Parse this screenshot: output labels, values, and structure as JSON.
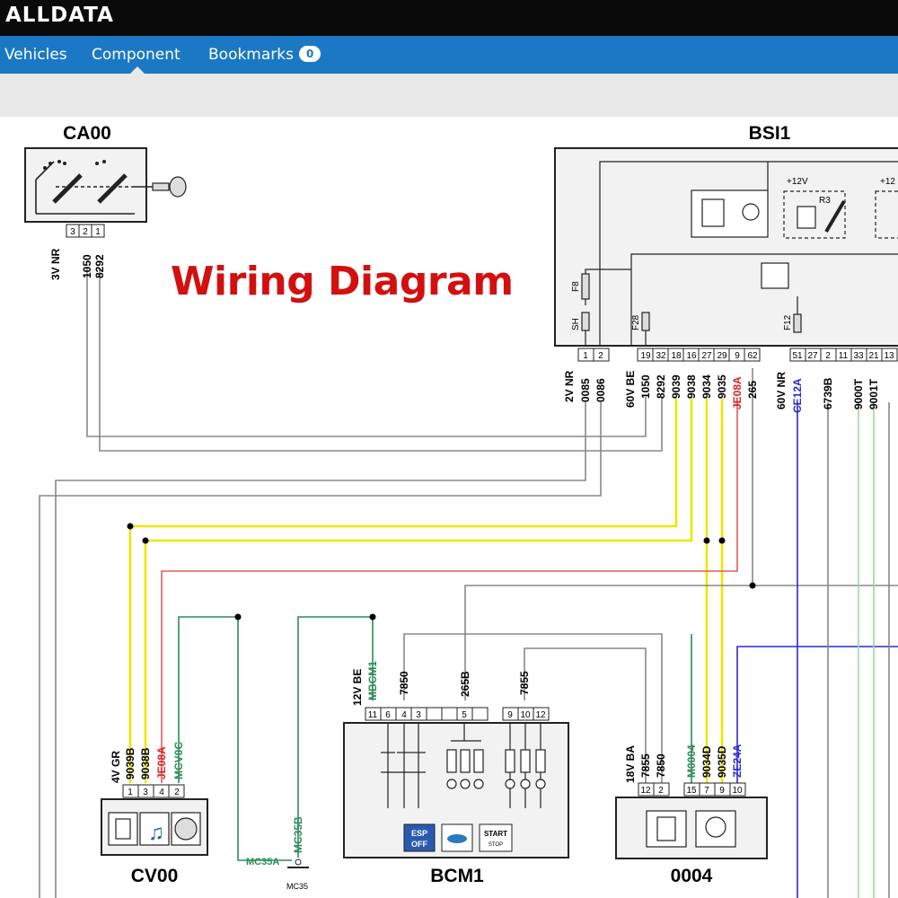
{
  "app": {
    "logo": "ALLDATA"
  },
  "nav": {
    "items": [
      {
        "label": "Vehicles"
      },
      {
        "label": "Component"
      },
      {
        "label": "Bookmarks",
        "badge": "0"
      }
    ],
    "active": "Component"
  },
  "diagram": {
    "title": "Wiring Diagram",
    "colors": {
      "yellow": "#f0e400",
      "red": "#e05a5a",
      "green": "#2e8b57",
      "blue": "#2a2ad0",
      "gray": "#888888",
      "title_red": "#d31010"
    },
    "components": {
      "ca00": {
        "name": "CA00",
        "pins": [
          "3",
          "2",
          "1"
        ],
        "connector": "3V NR",
        "wires": [
          "1050",
          "8292"
        ]
      },
      "bsi1": {
        "name": "BSI1",
        "labels": {
          "plus12": "+12V",
          "plus12b": "+12",
          "r3": "R3",
          "f8": "F8",
          "sh": "SH",
          "f28": "F28",
          "f12": "F12"
        },
        "pins_a": [
          "1",
          "2"
        ],
        "connector_a": "2V NR",
        "wires_a": [
          "0085",
          "0086"
        ],
        "pins_b": [
          "19",
          "32",
          "18",
          "16",
          "27",
          "29",
          "9",
          "62"
        ],
        "connector_b": "60V BE",
        "wires_b": [
          "1050",
          "8292",
          "9039",
          "9038",
          "9034",
          "9035",
          "JE08A",
          "265"
        ],
        "pins_c": [
          "51",
          "27",
          "2",
          "11",
          "33",
          "21",
          "13"
        ],
        "connector_c": "60V NR",
        "wires_c": [
          "CE12A",
          "6739B",
          "9000T",
          "9001T"
        ]
      },
      "cv00": {
        "name": "CV00",
        "pins": [
          "1",
          "3",
          "4",
          "2"
        ],
        "connector": "4V GR",
        "wires": [
          "9039B",
          "9038B",
          "JE08A",
          "MCV0C"
        ]
      },
      "bcm1": {
        "name": "BCM1",
        "pins": [
          "11",
          "6",
          "4",
          "3",
          "",
          "5",
          "",
          "9",
          "10",
          "12"
        ],
        "connector": "12V BE",
        "wires": [
          "MBCM1",
          "7850",
          "265B",
          "7855"
        ],
        "buttons": {
          "esp_line1": "ESP",
          "esp_line2": "OFF",
          "start_line1": "START",
          "start_line2": "STOP"
        }
      },
      "c0004": {
        "name": "0004",
        "pins": [
          "12",
          "2",
          "15",
          "7",
          "9",
          "10"
        ],
        "connector": "18V BA",
        "wires": [
          "7855",
          "7850",
          "M0004",
          "9034D",
          "9035D",
          "ZE24A"
        ]
      },
      "ground": {
        "splice": "MC35A",
        "wire": "MC35B",
        "label": "MC35"
      }
    }
  }
}
